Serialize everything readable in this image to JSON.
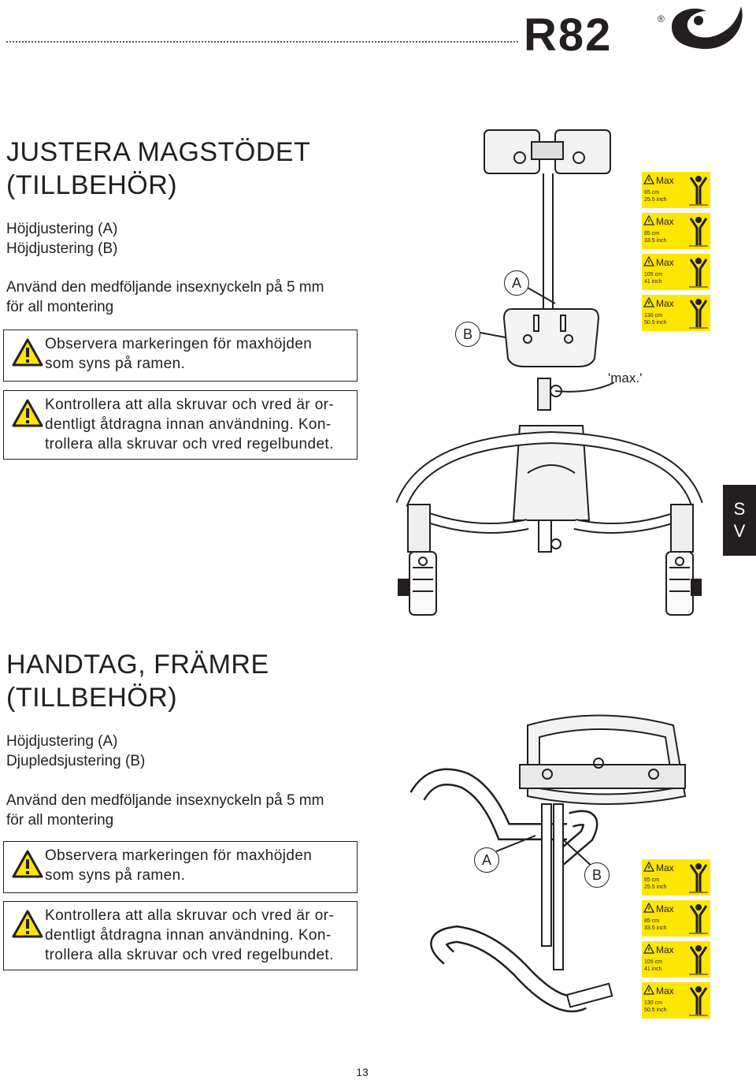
{
  "header": {
    "logo_text": "R82",
    "registered_mark": "®"
  },
  "section1": {
    "title_line1": "JUSTERA MAGSTÖDET",
    "title_line2": "(TILLBEHÖR)",
    "adjust_line1": "Höjdjustering (A)",
    "adjust_line2": "Höjdjustering (B)",
    "tool_line1": "Använd den medföljande insexnyckeln på 5 mm",
    "tool_line2": "för all montering",
    "warning1_line1": "Observera markeringen för maxhöjden",
    "warning1_line2": "som syns på ramen.",
    "warning2_line1": "Kontrollera att alla skruvar och vred är or-",
    "warning2_line2": "dentligt åtdragna innan användning. Kon-",
    "warning2_line3": "trollera alla skruvar och vred regelbundet.",
    "label_a": "A",
    "label_b": "B",
    "max_note": "'max.'"
  },
  "section2": {
    "title_line1": "HANDTAG, FRÄMRE",
    "title_line2": "(TILLBEHÖR)",
    "adjust_line1": "Höjdjustering (A)",
    "adjust_line2": "Djupledsjustering (B)",
    "tool_line1": "Använd den medföljande insexnyckeln på 5 mm",
    "tool_line2": "för all montering",
    "warning1_line1": "Observera markeringen för maxhöjden",
    "warning1_line2": "som syns på ramen.",
    "warning2_line1": "Kontrollera att alla skruvar och vred är or-",
    "warning2_line2": "dentligt åtdragna innan användning. Kon-",
    "warning2_line3": "trollera alla skruvar och vred regelbundet.",
    "label_a": "A",
    "label_b": "B"
  },
  "max_labels": [
    {
      "title": "Max",
      "cm": "65 cm",
      "inch": "25.5 inch"
    },
    {
      "title": "Max",
      "cm": "85 cm",
      "inch": "33.5 inch"
    },
    {
      "title": "Max",
      "cm": "105 cm",
      "inch": "41 inch"
    },
    {
      "title": "Max",
      "cm": "130 cm",
      "inch": "50.5 inch"
    }
  ],
  "language_tab": {
    "line1": "S",
    "line2": "V"
  },
  "page_number": "13",
  "colors": {
    "warning_yellow": "#fde600",
    "text": "#231f20",
    "tab_bg": "#231f20"
  },
  "icons": [
    "warning-triangle-icon",
    "person-height-icon"
  ]
}
